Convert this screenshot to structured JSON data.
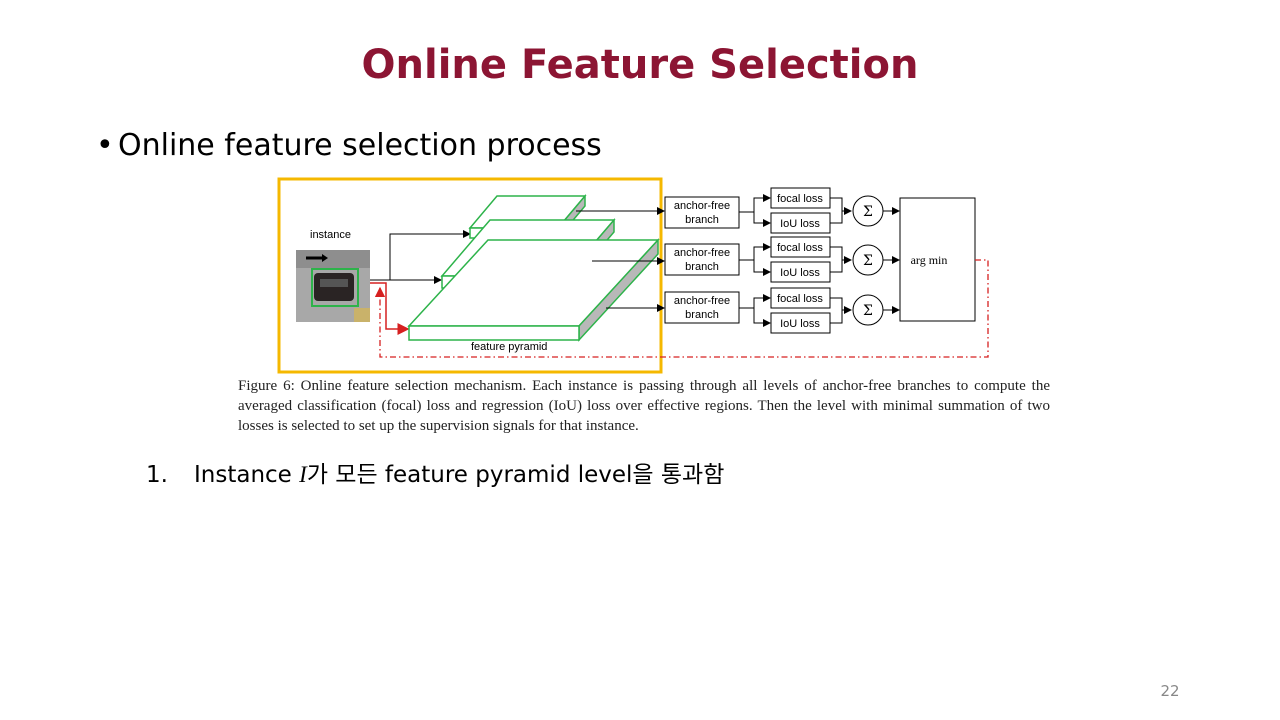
{
  "slide": {
    "title": "Online Feature Selection",
    "bullet": "Online feature selection process",
    "page_number": "22"
  },
  "figure": {
    "instance_label": "instance",
    "pyramid_label": "feature pyramid",
    "branch_label_line1": "anchor-free",
    "branch_label_line2": "branch",
    "focal_loss": "focal loss",
    "iou_loss": "IoU loss",
    "sum_symbol": "Σ",
    "argmin": "arg min",
    "highlight_color": "#f5b800",
    "pyramid_color": "#2db34a",
    "loop_color": "#d62020",
    "caption": "Figure 6: Online feature selection mechanism. Each instance is passing through all levels of anchor-free branches to compute the averaged classification (focal) loss and regression (IoU) loss over effective regions. Then the level with minimal summation of two losses is selected to set up the supervision signals for that instance."
  },
  "step": {
    "number": "1.",
    "before": "Instance ",
    "variable": "I",
    "after": "가 모든 feature pyramid level을 통과함"
  }
}
